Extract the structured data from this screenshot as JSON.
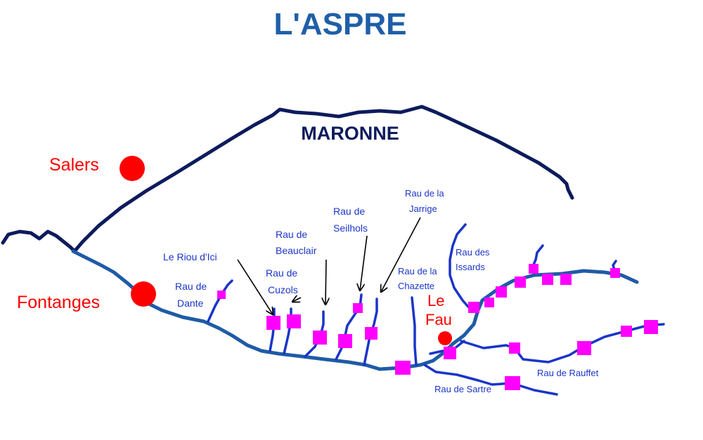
{
  "title": "L'ASPRE",
  "colors": {
    "title": "#1f5fa8",
    "maronne": "#0d1b5c",
    "aspre": "#1e5ba6",
    "tributary": "#1a35c8",
    "town": "#ff0000",
    "marker": "#ff00ff",
    "label_blue": "#1a35c8",
    "arrow": "#000000"
  },
  "rivers": {
    "maronne": "MARONNE"
  },
  "towns": {
    "salers": "Salers",
    "fontanges": "Fontanges",
    "le_fau_line1": "Le",
    "le_fau_line2": "Fau"
  },
  "streams": {
    "riou_dici": "Le Riou d'Ici",
    "dante_1": "Rau de",
    "dante_2": "Dante",
    "cuzols_1": "Rau de",
    "cuzols_2": "Cuzols",
    "beauclair_1": "Rau de",
    "beauclair_2": "Beauclair",
    "seilhols_1": "Rau de",
    "seilhols_2": "Seilhols",
    "jarrige_1": "Rau de la",
    "jarrige_2": "Jarrige",
    "chazette_1": "Rau de la",
    "chazette_2": "Chazette",
    "issards_1": "Rau des",
    "issards_2": "Issards",
    "rauffet": "Rau de Rauffet",
    "sartre": "Rau de Sartre"
  },
  "icons": {
    "town_marker": "red-dot-icon",
    "site_marker": "magenta-square-icon"
  }
}
